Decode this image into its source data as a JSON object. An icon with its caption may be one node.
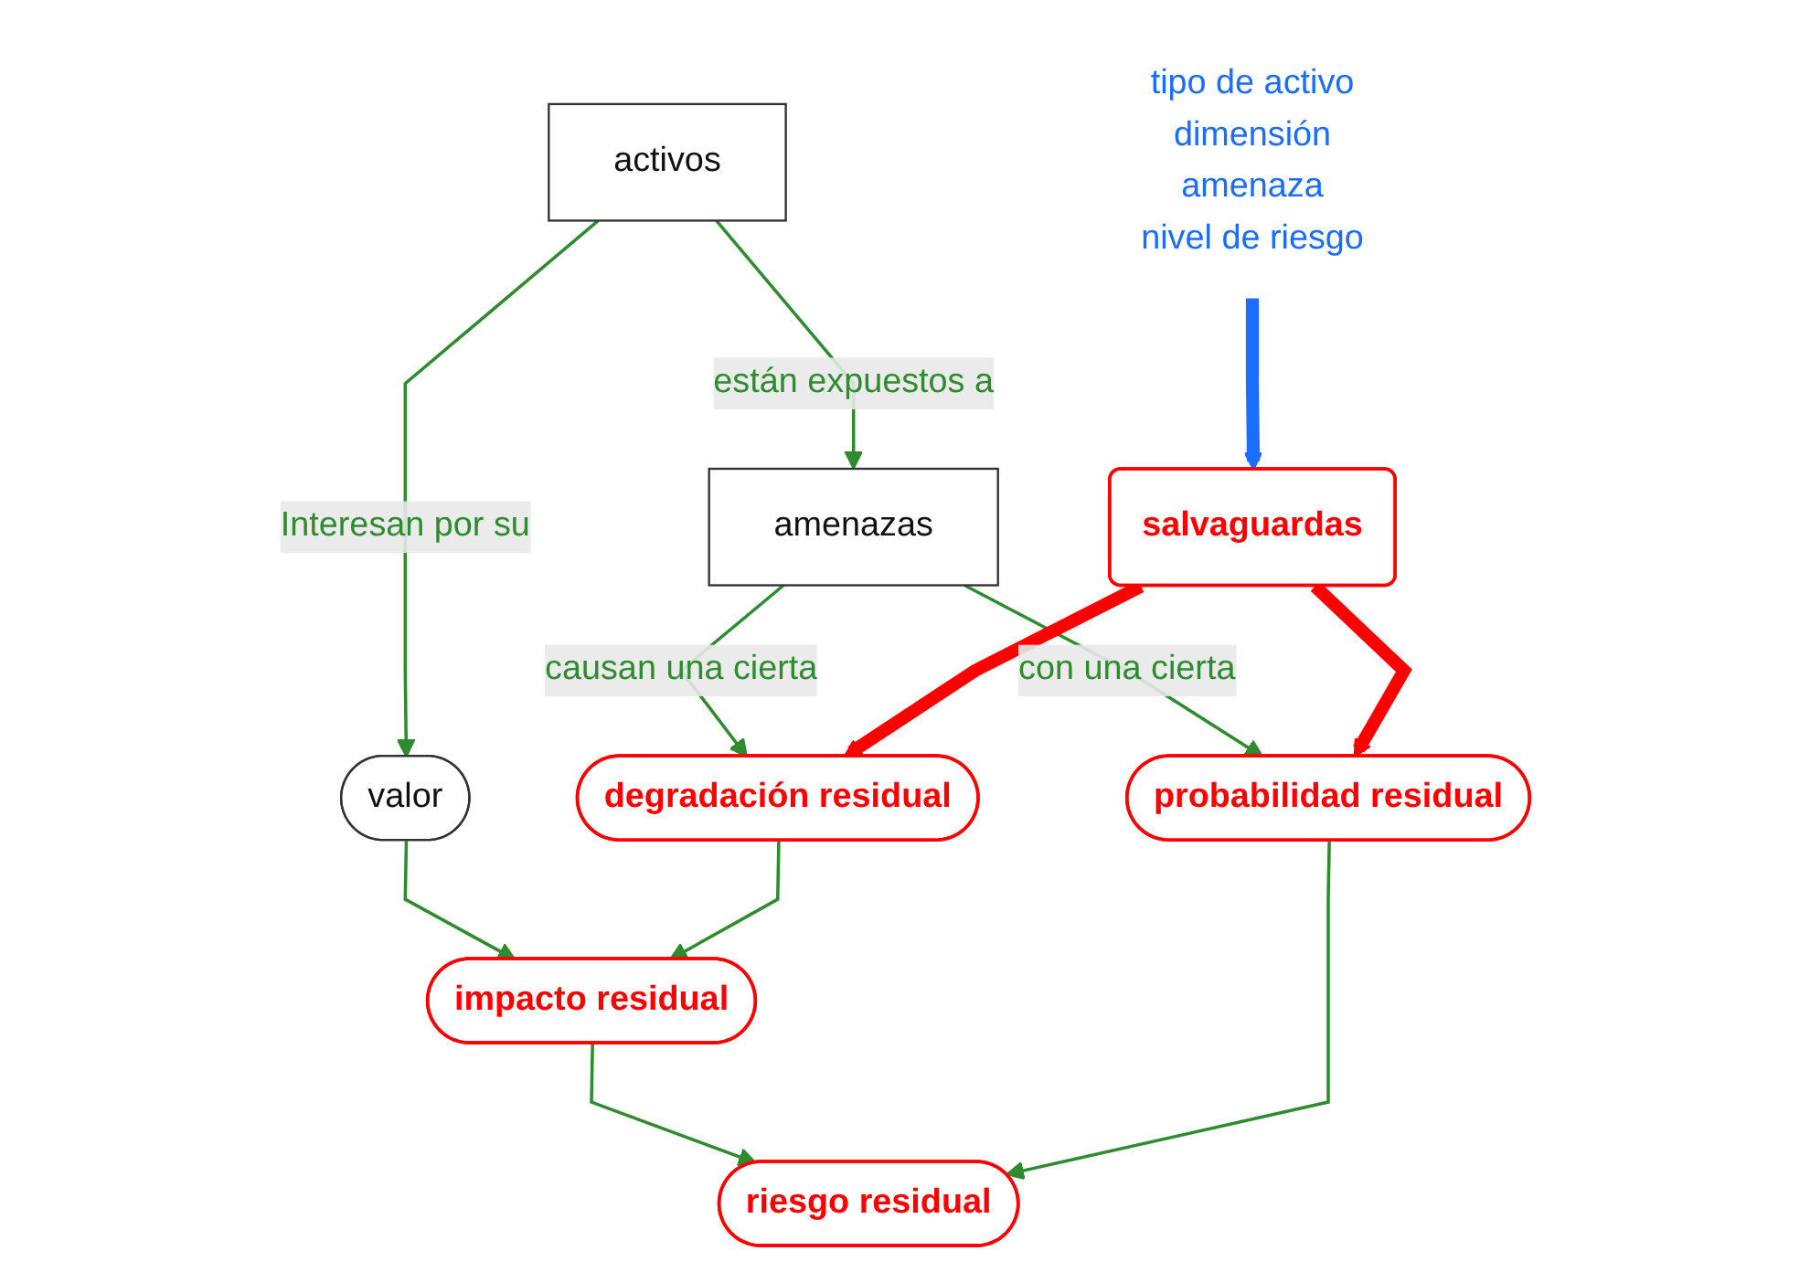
{
  "diagram": {
    "nodes": [
      {
        "text": [
          "activos"
        ]
      },
      {
        "text": [
          "amenazas"
        ]
      },
      {
        "text": [
          "valor"
        ]
      },
      {
        "text": [
          "degradación residual"
        ]
      },
      {
        "text": [
          "impacto residual"
        ]
      },
      {
        "text": [
          "probabilidad residual"
        ]
      },
      {
        "text": [
          "riesgo residual"
        ]
      },
      {
        "text": [
          "salvaguardas"
        ]
      },
      {
        "text": [
          "tipo de activo",
          "dimensión",
          "amenaza",
          "nivel de riesgo"
        ]
      }
    ],
    "edges": [
      {
        "from": 0,
        "to": 1,
        "arrow": "to",
        "label": "están expuestos a"
      },
      {
        "from": 0,
        "to": 2,
        "arrow": "to",
        "label": "Interesan por su"
      },
      {
        "from": 1,
        "to": 3,
        "arrow": "to",
        "label": "causan una cierta"
      },
      {
        "from": 1,
        "to": 5,
        "arrow": "to",
        "label": "con una cierta"
      },
      {
        "from": 2,
        "to": 4,
        "arrow": "to"
      },
      {
        "from": 3,
        "to": 4,
        "arrow": "to"
      },
      {
        "from": 4,
        "to": 6,
        "arrow": "to"
      },
      {
        "from": 5,
        "to": 6,
        "arrow": "to"
      },
      {
        "from": 7,
        "to": 3,
        "arrow": "to",
        "style": "thick",
        "color": "#ff0000"
      },
      {
        "from": 7,
        "to": 5,
        "arrow": "to",
        "style": "thick",
        "color": "#ff0000"
      },
      {
        "from": 8,
        "to": 7,
        "arrow": "to",
        "style": "thick",
        "color": "#1a6dff"
      }
    ]
  }
}
